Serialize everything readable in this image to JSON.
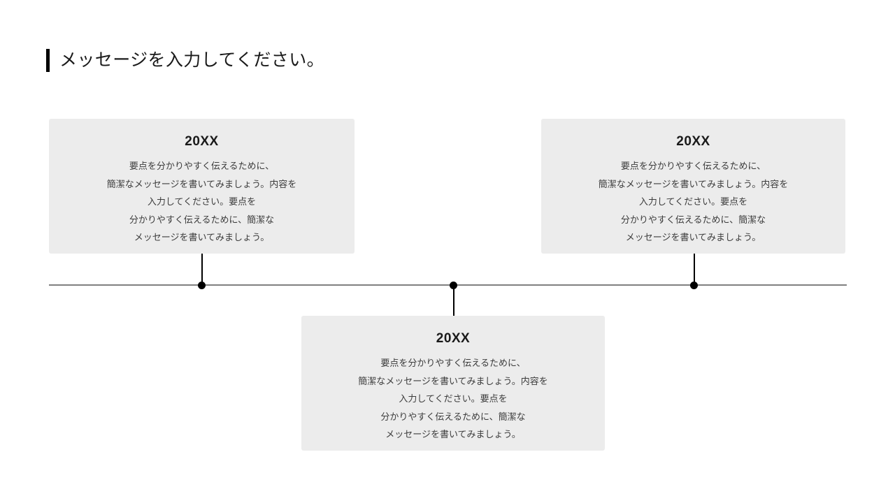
{
  "slide": {
    "title": "メッセージを入力してください。",
    "background_color": "#ffffff",
    "accent_color": "#000000"
  },
  "timeline": {
    "axis_color": "#808080",
    "dot_color": "#000000",
    "connector_color": "#000000",
    "card_background": "#ececec",
    "milestones": [
      {
        "year": "20XX",
        "body": "要点を分かりやすく伝えるために、\n簡潔なメッセージを書いてみましょう。内容を\n入力してください。要点を\n分かりやすく伝えるために、簡潔な\nメッセージを書いてみましょう。",
        "position": "above"
      },
      {
        "year": "20XX",
        "body": "要点を分かりやすく伝えるために、\n簡潔なメッセージを書いてみましょう。内容を\n入力してください。要点を\n分かりやすく伝えるために、簡潔な\nメッセージを書いてみましょう。",
        "position": "below"
      },
      {
        "year": "20XX",
        "body": "要点を分かりやすく伝えるために、\n簡潔なメッセージを書いてみましょう。内容を\n入力してください。要点を\n分かりやすく伝えるために、簡潔な\nメッセージを書いてみましょう。",
        "position": "above"
      }
    ]
  }
}
